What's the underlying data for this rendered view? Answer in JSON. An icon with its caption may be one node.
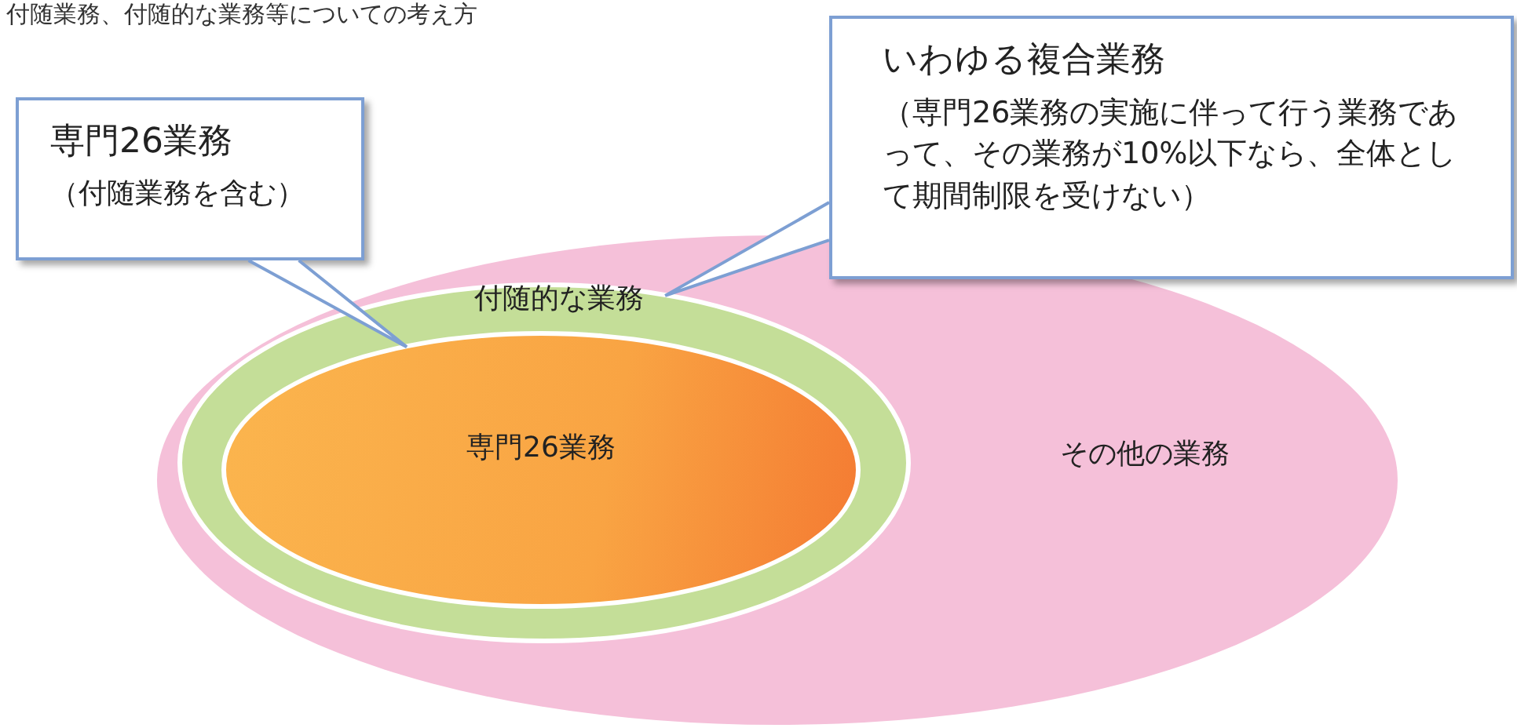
{
  "diagram": {
    "title": "付随業務、付随的な業務等についての考え方",
    "nodes": [
      {
        "text": [
          "その他の業務"
        ]
      },
      {
        "text": [
          "付随的な業務"
        ],
        "in": 0
      },
      {
        "text": [
          "専門26業務"
        ],
        "in": 1
      },
      {
        "text": [
          "専門26業務",
          "（付随業務を含む）"
        ]
      },
      {
        "text": [
          "いわゆる複合業務",
          "（専門26業務の実施に伴って行う業務であって、その業務が10%以下なら、全体として期間制限を受けない）"
        ]
      }
    ],
    "edges": [
      {
        "from": 3,
        "to": 2,
        "arrow": "none"
      },
      {
        "from": 4,
        "to": 1,
        "arrow": "none"
      }
    ]
  }
}
